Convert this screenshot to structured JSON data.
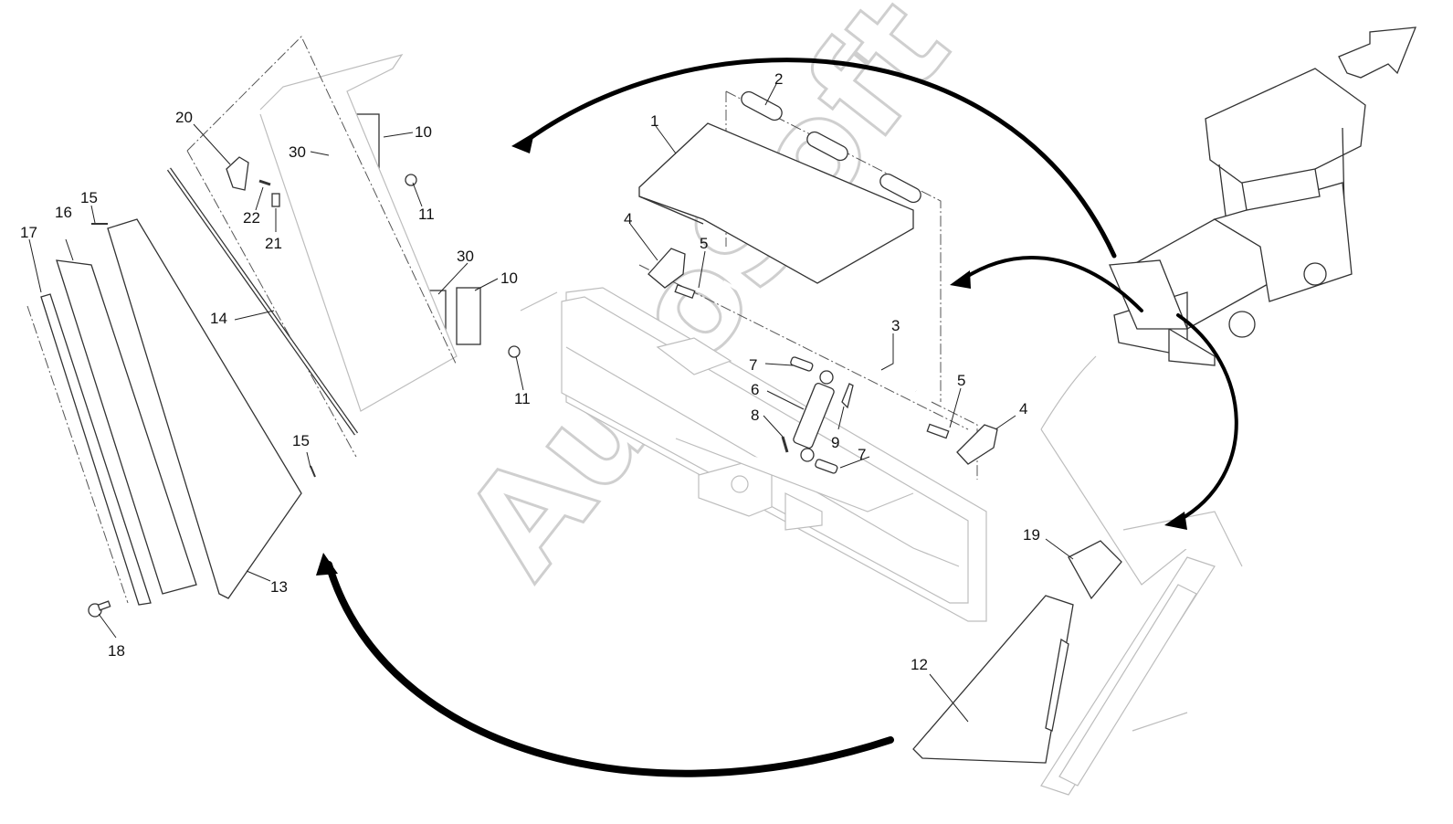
{
  "watermark": "AutoSoft",
  "labels": [
    {
      "id": "l1",
      "text": "1"
    },
    {
      "id": "l2",
      "text": "2"
    },
    {
      "id": "l3",
      "text": "3"
    },
    {
      "id": "l4a",
      "text": "4"
    },
    {
      "id": "l4b",
      "text": "4"
    },
    {
      "id": "l5a",
      "text": "5"
    },
    {
      "id": "l5b",
      "text": "5"
    },
    {
      "id": "l6",
      "text": "6"
    },
    {
      "id": "l7a",
      "text": "7"
    },
    {
      "id": "l7b",
      "text": "7"
    },
    {
      "id": "l8",
      "text": "8"
    },
    {
      "id": "l9",
      "text": "9"
    },
    {
      "id": "l10a",
      "text": "10"
    },
    {
      "id": "l10b",
      "text": "10"
    },
    {
      "id": "l11a",
      "text": "11"
    },
    {
      "id": "l11b",
      "text": "11"
    },
    {
      "id": "l12",
      "text": "12"
    },
    {
      "id": "l13",
      "text": "13"
    },
    {
      "id": "l14",
      "text": "14"
    },
    {
      "id": "l15a",
      "text": "15"
    },
    {
      "id": "l15b",
      "text": "15"
    },
    {
      "id": "l16",
      "text": "16"
    },
    {
      "id": "l17",
      "text": "17"
    },
    {
      "id": "l18",
      "text": "18"
    },
    {
      "id": "l19",
      "text": "19"
    },
    {
      "id": "l20",
      "text": "20"
    },
    {
      "id": "l21",
      "text": "21"
    },
    {
      "id": "l22",
      "text": "22"
    },
    {
      "id": "l30a",
      "text": "30"
    },
    {
      "id": "l30b",
      "text": "30"
    }
  ]
}
